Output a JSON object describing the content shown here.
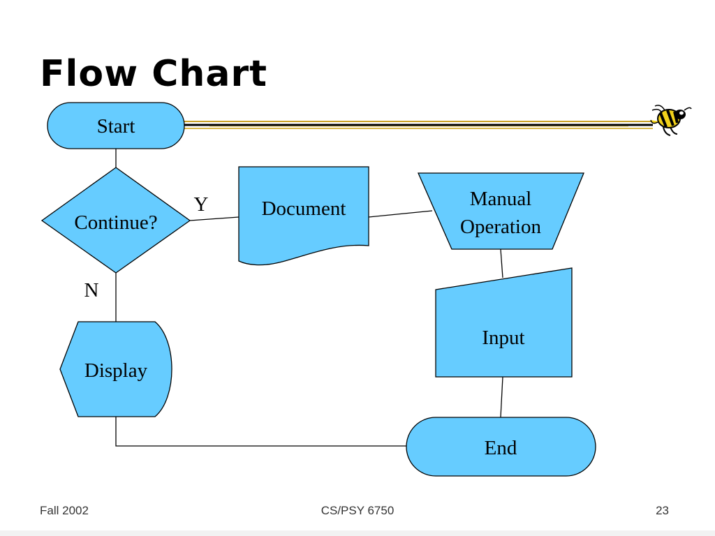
{
  "slide": {
    "title": "Flow Chart"
  },
  "colors": {
    "node_fill": "#66ccff",
    "node_stroke": "#000000",
    "edge_stroke": "#000000",
    "title_rule_gold": "#c9a227",
    "bee_yellow": "#f2d21b"
  },
  "nodes": {
    "start": "Start",
    "decision": "Continue?",
    "document": "Document",
    "manual_operation_line1": "Manual",
    "manual_operation_line2": "Operation",
    "input": "Input",
    "display": "Display",
    "end": "End"
  },
  "edges": {
    "yes_label": "Y",
    "no_label": "N"
  },
  "logo": {
    "icon": "yellow-jacket-bee-icon"
  },
  "footer": {
    "left": "Fall 2002",
    "center": "CS/PSY 6750",
    "right": "23"
  }
}
